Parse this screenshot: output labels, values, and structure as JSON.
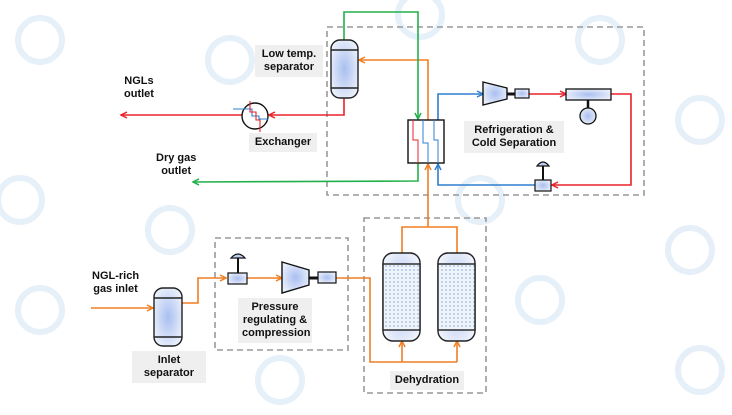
{
  "labels": {
    "ngls_outlet": [
      "NGLs",
      "outlet"
    ],
    "dry_gas_outlet": [
      "Dry gas",
      "outlet"
    ],
    "low_temp_separator": [
      "Low temp.",
      "separator"
    ],
    "exchanger": "Exchanger",
    "refrigeration": [
      "Refrigeration &",
      "Cold Separation"
    ],
    "ngl_rich_inlet": [
      "NGL-rich",
      "gas inlet"
    ],
    "inlet_separator": [
      "Inlet",
      "separator"
    ],
    "pressure": [
      "Pressure",
      "regulating &",
      "compression"
    ],
    "dehydration": "Dehydration"
  },
  "colors": {
    "gas_flow": "#f07f22",
    "hot_stream": "#e8232a",
    "refrigerant": "#2f7fd0",
    "dry_gas": "#22b04b",
    "boundary": "#999999"
  }
}
